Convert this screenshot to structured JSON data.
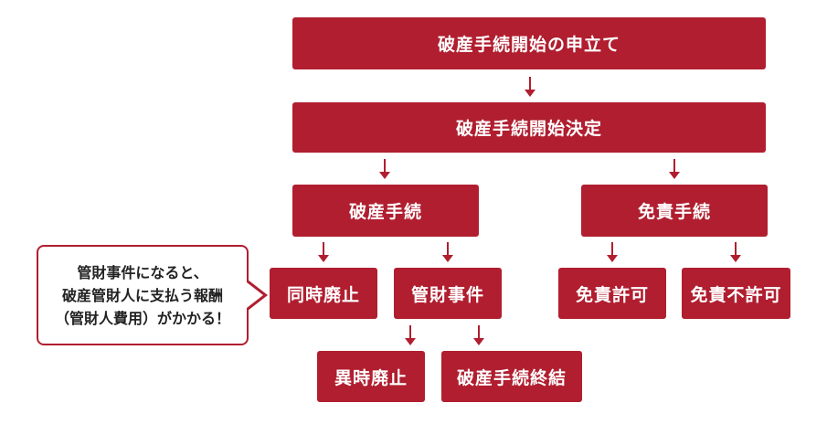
{
  "nodes": {
    "application": "破産手続開始の申立て",
    "decision": "破産手続開始決定",
    "bankruptcy": "破産手続",
    "discharge": "免責手続",
    "simultaneous_abolition": "同時廃止",
    "trustee_case": "管財事件",
    "discharge_granted": "免責許可",
    "discharge_denied": "免責不許可",
    "different_abolition": "異時廃止",
    "bankruptcy_end": "破産手続終結"
  },
  "callout": {
    "line1": "管財事件になると、",
    "line2": "破産管財人に支払う報酬",
    "line3": "（管財人費用）がかかる！"
  },
  "colors": {
    "box": "#b01e2f",
    "box_text": "#ffffff",
    "callout_text": "#222222"
  }
}
